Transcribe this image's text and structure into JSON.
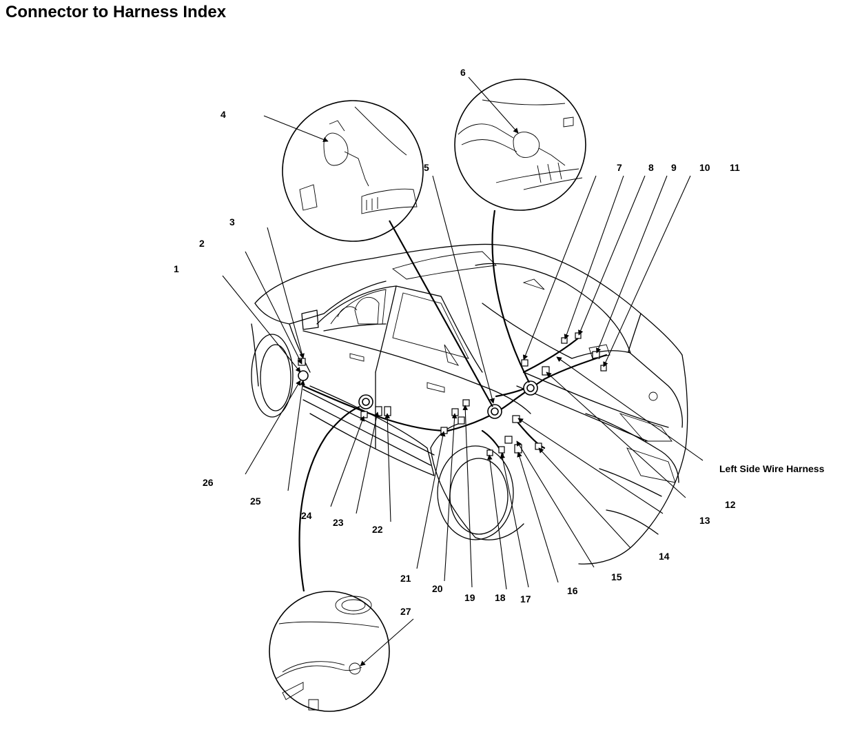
{
  "title": "Connector to Harness Index",
  "harness_label": "Left Side Wire Harness",
  "callouts": [
    "1",
    "2",
    "3",
    "4",
    "5",
    "6",
    "7",
    "8",
    "9",
    "10",
    "11",
    "12",
    "13",
    "14",
    "15",
    "16",
    "17",
    "18",
    "19",
    "20",
    "21",
    "22",
    "23",
    "24",
    "25",
    "26",
    "27"
  ]
}
